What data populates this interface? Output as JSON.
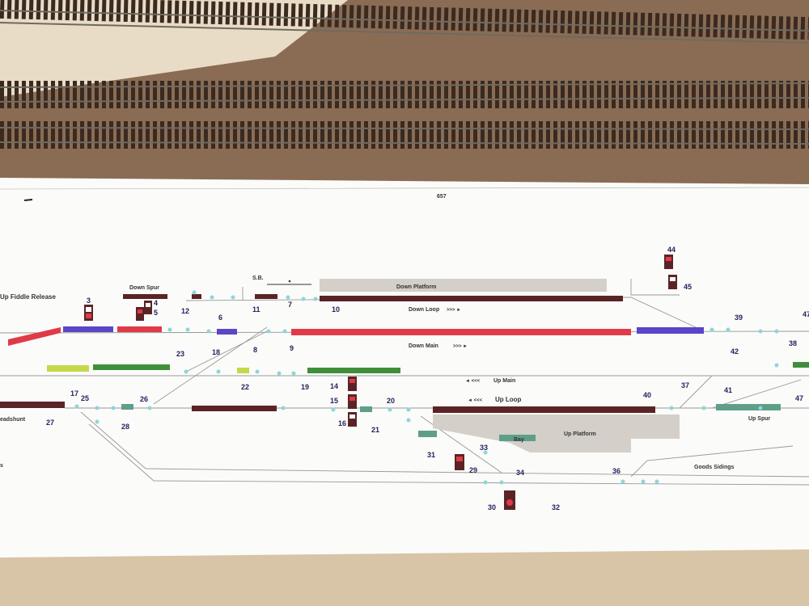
{
  "sheet_number": "657",
  "labels": {
    "up_fiddle_release": "Up Fiddle Release",
    "down_spur": "Down Spur",
    "signal_box": "S.B.",
    "down_platform": "Down Platform",
    "down_loop": "Down Loop",
    "down_main": "Down Main",
    "up_main": "Up Main",
    "up_loop": "Up Loop",
    "up_platform": "Up Platform",
    "bay": "Bay",
    "up_spur": "Up Spur",
    "goods_sidings": "Goods Sidings",
    "headshunt": "eadshunt",
    "cut_left": "s",
    "arrow_right": ">>> ►",
    "arrow_left": "◄ <<<"
  },
  "numbers": [
    "3",
    "4",
    "5",
    "12",
    "6",
    "11",
    "7",
    "10",
    "8",
    "9",
    "23",
    "18",
    "22",
    "19",
    "14",
    "15",
    "16",
    "21",
    "20",
    "17",
    "25",
    "26",
    "27",
    "28",
    "31",
    "33",
    "29",
    "34",
    "30",
    "32",
    "36",
    "37",
    "38",
    "39",
    "40",
    "41",
    "42",
    "44",
    "45",
    "47",
    "47"
  ],
  "colors": {
    "paper": "#fbfbf9",
    "table": "#d9c7a8",
    "track_board": "#4e3a2b",
    "red": "#e03a48",
    "blue": "#5b45c8",
    "green": "#3f8f3a",
    "lime": "#c5d84a",
    "maroon": "#5a2426",
    "teal": "#5f9f8a",
    "platform": "#d4cfc8",
    "circuit": "#8fd5d8"
  }
}
